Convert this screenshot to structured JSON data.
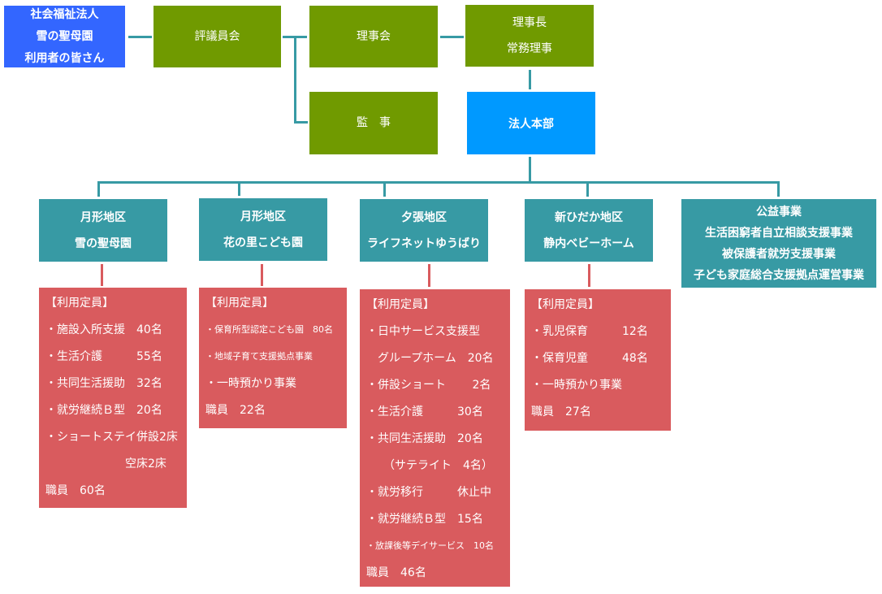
{
  "org": {
    "corporation": {
      "lines": [
        "社会福祉法人",
        "雪の聖母園",
        "利用者の皆さん"
      ]
    },
    "council": {
      "label": "評議員会"
    },
    "board": {
      "label": "理事会"
    },
    "chairman": {
      "lines": [
        "理事長",
        "常務理事"
      ]
    },
    "auditor": {
      "label": "監　事"
    },
    "headquarters": {
      "label": "法人本部"
    }
  },
  "districts": [
    {
      "title": [
        "月形地区",
        "雪の聖母園"
      ],
      "capacity": {
        "header": "【利用定員】",
        "rows": [
          {
            "text": "・施設入所支援　40名",
            "size": "normal"
          },
          {
            "text": "・生活介護　　　55名",
            "size": "normal"
          },
          {
            "text": "・共同生活援助　32名",
            "size": "normal"
          },
          {
            "text": "・就労継続Ｂ型　20名",
            "size": "normal"
          },
          {
            "text": "・ショートステイ併設2床",
            "size": "normal"
          },
          {
            "text": "　　　　　　　空床2床",
            "size": "normal"
          }
        ],
        "staff": "職員　60名"
      }
    },
    {
      "title": [
        "月形地区",
        "花の里こども園"
      ],
      "capacity": {
        "header": "【利用定員】",
        "rows": [
          {
            "text": "・保育所型認定こども園　80名",
            "size": "small"
          },
          {
            "text": "・地域子育て支援拠点事業",
            "size": "small"
          },
          {
            "text": "・一時預かり事業",
            "size": "normal"
          }
        ],
        "staff": "職員　22名"
      }
    },
    {
      "title": [
        "夕張地区",
        "ライフネットゆうばり"
      ],
      "capacity": {
        "header": "【利用定員】",
        "rows": [
          {
            "text": "・日中サービス支援型",
            "size": "normal"
          },
          {
            "text": "　グループホーム　20名",
            "size": "normal"
          },
          {
            "text": "・併設ショート　　 2名",
            "size": "normal"
          },
          {
            "text": "・生活介護　　　30名",
            "size": "normal"
          },
          {
            "text": "・共同生活援助　20名",
            "size": "normal"
          },
          {
            "text": "　　（サテライト　4名）",
            "size": "normal"
          },
          {
            "text": "・就労移行　　　休止中",
            "size": "normal"
          },
          {
            "text": "・就労継続Ｂ型　15名",
            "size": "normal"
          },
          {
            "text": "・放課後等デイサービス　10名",
            "size": "small"
          }
        ],
        "staff": "職員　46名"
      }
    },
    {
      "title": [
        "新ひだか地区",
        "静内ベビーホーム"
      ],
      "capacity": {
        "header": "【利用定員】",
        "rows": [
          {
            "text": "・乳児保育　　　12名",
            "size": "normal"
          },
          {
            "text": "・保育児童　　　48名",
            "size": "normal"
          },
          {
            "text": "・一時預かり事業",
            "size": "normal"
          }
        ],
        "staff": "職員　27名"
      }
    },
    {
      "title": [
        "公益事業",
        "生活困窮者自立相談支援事業",
        "被保護者就労支援事業",
        "子ども家庭総合支援拠点運営事業"
      ]
    }
  ],
  "colors": {
    "corporation": "#3366ff",
    "governance": "#709a00",
    "headquarters": "#0099ff",
    "district": "#379aa4",
    "capacity": "#d95b5e",
    "connector": "#379aa4"
  }
}
